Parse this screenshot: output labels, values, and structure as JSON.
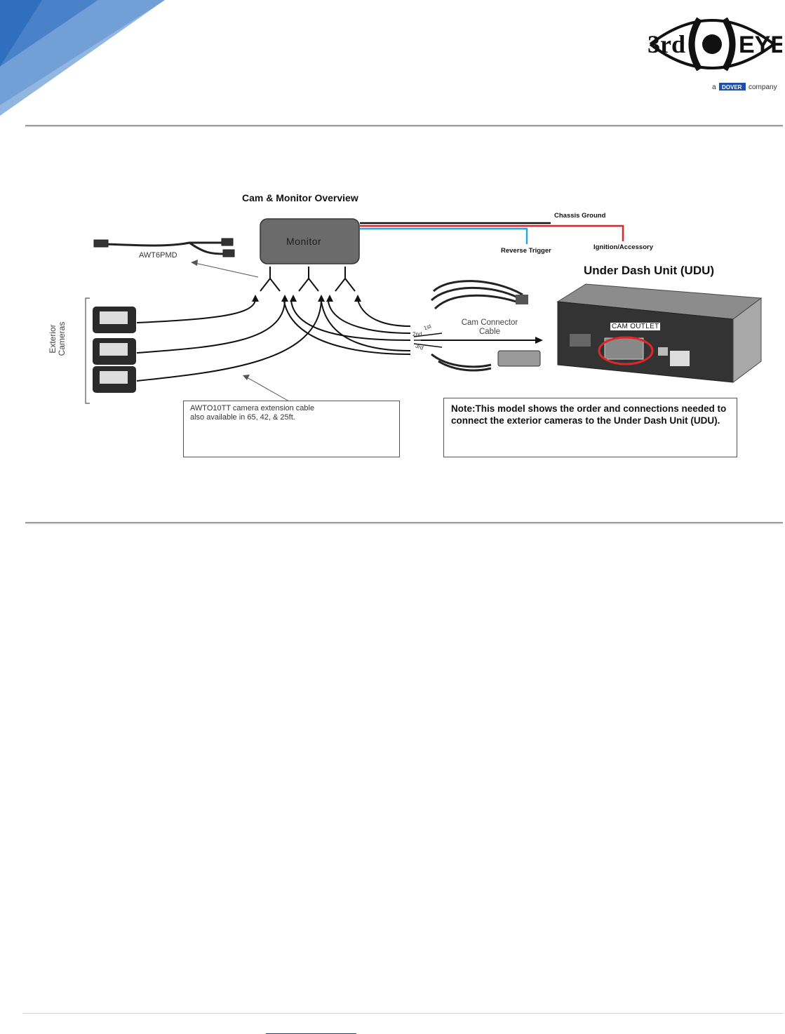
{
  "brand": {
    "logo_text": "3rd EYE",
    "tagline": "a DOVER company"
  },
  "diagram": {
    "title": "Cam & Monitor Overview",
    "monitor_label": "Monitor",
    "wires": {
      "chassis_ground": "Chassis Ground",
      "reverse_trigger": "Reverse Trigger",
      "ignition": "Ignition/Accessory"
    },
    "parts": {
      "awt6pmd": "AWT6PMD",
      "exterior_cameras": "Exterior Cameras",
      "cam_connector": "Cam Connector Cable",
      "port_1": "1st",
      "port_2": "2nd",
      "port_3": "3rd"
    },
    "udu": {
      "title": "Under Dash Unit (UDU)",
      "cam_outlet": "CAM OUTLET"
    },
    "extension_box": "AWTO10TT camera extension cable also available in 65, 42, & 25ft.",
    "note_box": "Note:This model shows the order and connections needed to connect the exterior cameras to the Under Dash Unit (UDU)."
  },
  "colors": {
    "accent_blue": "#4f86c6",
    "wire_red": "#e0262b",
    "wire_blue": "#2aa5e0",
    "wire_black": "#111111",
    "monitor_gray": "#6b6b6b"
  }
}
